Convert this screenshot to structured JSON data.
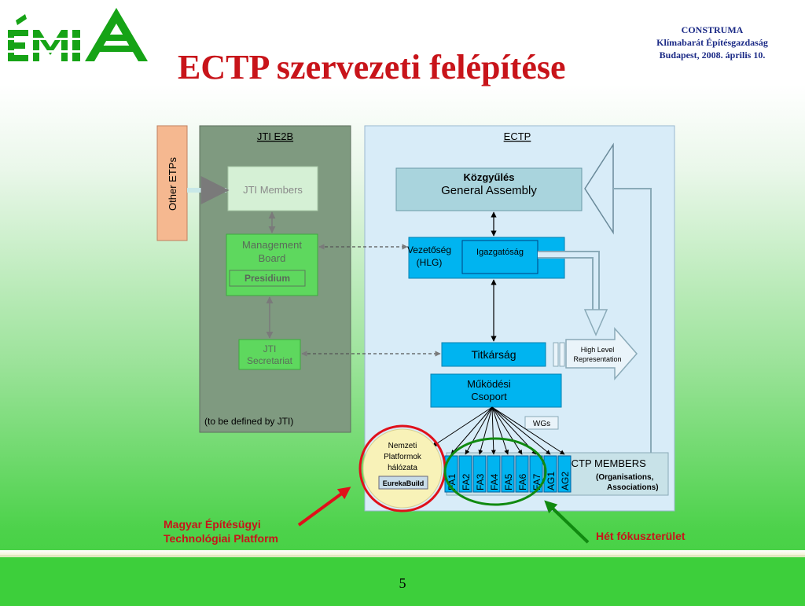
{
  "logo": {
    "text": "ÉMI",
    "icon": "emi-logo-icon"
  },
  "title": "ECTP szervezeti felépítése",
  "conference": {
    "line1": "CONSTRUMA",
    "line2": "Klímabarát Építésgazdaság",
    "line3": "Budapest, 2008. április 10."
  },
  "diagram": {
    "other_etps": "Other ETPs",
    "jti": {
      "title": "JTI E2B",
      "members": "JTI Members",
      "board_line1": "Management",
      "board_line2": "Board",
      "presidium": "Presidium",
      "secretariat_line1": "JTI",
      "secretariat_line2": "Secretariat",
      "note": "(to be defined by JTI)"
    },
    "ectp": {
      "title": "ECTP",
      "assembly_hu": "Közgyűlés",
      "assembly_en": "General Assembly",
      "hlg_line1": "Vezetőség",
      "hlg_line2": "(HLG)",
      "igazgatosag": "Igazgatóság",
      "titkarsag": "Titkárság",
      "hlr_line1": "High Level",
      "hlr_line2": "Representation",
      "mukodesi_line1": "Működési",
      "mukodesi_line2": "Csoport",
      "wgs": "WGs",
      "nemzeti_line1": "Nemzeti",
      "nemzeti_line2": "Platformok",
      "nemzeti_line3": "hálózata",
      "eurekabuild": "EurekaBuild",
      "members_title": "ECTP MEMBERS",
      "members_sub1": "(Organisations,",
      "members_sub2": "Associations)",
      "focus_areas": [
        "FA1",
        "FA2",
        "FA3",
        "FA4",
        "FA5",
        "FA6",
        "FA7",
        "AG1",
        "AG2"
      ]
    }
  },
  "labels": {
    "magyar_line1": "Magyar Építésügyi",
    "magyar_line2": "Technológiai Platform",
    "het": "Hét fókuszterület"
  },
  "page_number": "5",
  "colors": {
    "title": "#c8141a",
    "conference": "#1b2a86",
    "accent_green": "#3dcf3b",
    "ectp_bg": "#d8ecf8",
    "cyan_box": "#00b4f0"
  }
}
